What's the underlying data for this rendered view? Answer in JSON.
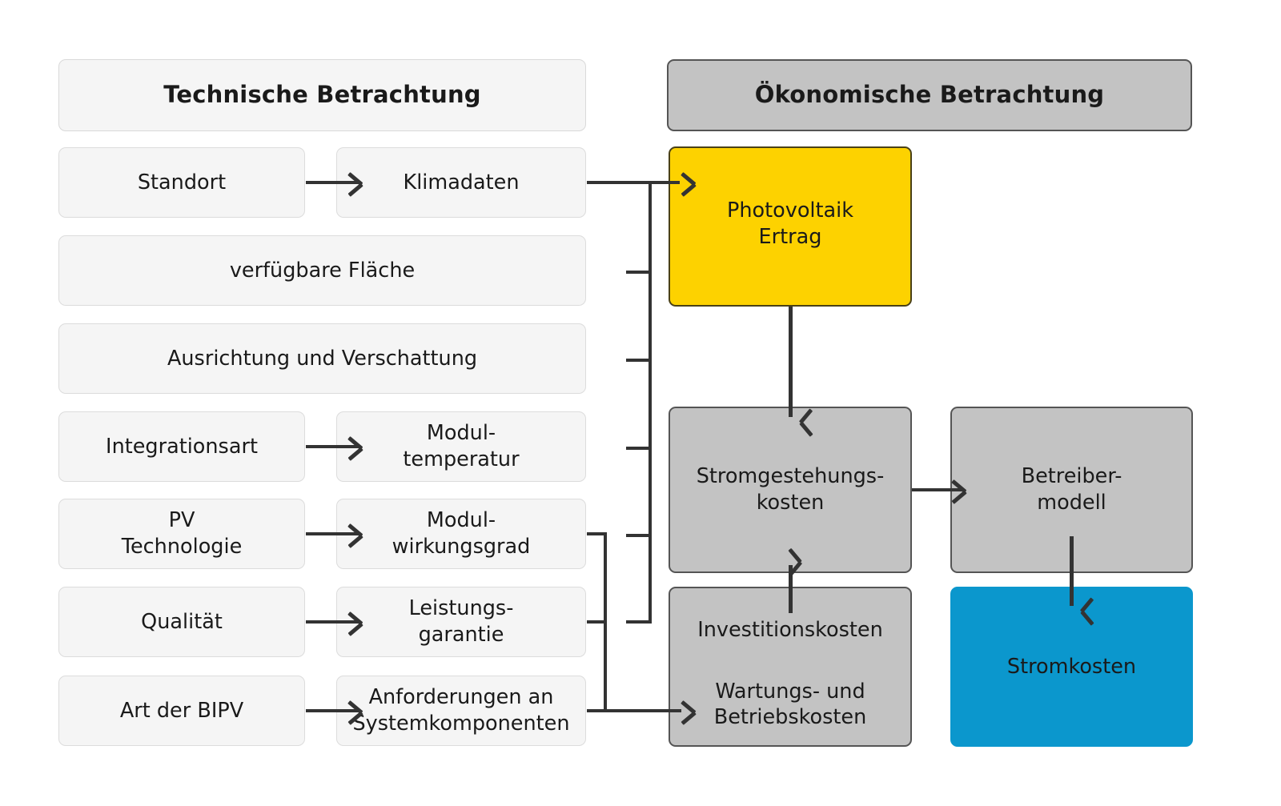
{
  "diagram": {
    "columns": [
      {
        "id": "technical",
        "header": "Technische Betrachtung"
      },
      {
        "id": "economic",
        "header": "Ökonomische Betrachtung"
      }
    ],
    "technical_nodes": [
      {
        "id": "standort",
        "label": "Standort"
      },
      {
        "id": "klimadaten",
        "label": "Klimadaten"
      },
      {
        "id": "flaeche",
        "label": "verfügbare Fläche"
      },
      {
        "id": "ausrichtung",
        "label": "Ausrichtung und Verschattung"
      },
      {
        "id": "integrationsart",
        "label": "Integrationsart"
      },
      {
        "id": "modultemperatur",
        "label_line1": "Modul-",
        "label_line2": "temperatur"
      },
      {
        "id": "pv_technologie",
        "label_line1": "PV",
        "label_line2": "Technologie"
      },
      {
        "id": "modulwirkungsgrad",
        "label_line1": "Modul-",
        "label_line2": "wirkungsgrad"
      },
      {
        "id": "qualitaet",
        "label": "Qualität"
      },
      {
        "id": "leistungsgarantie",
        "label_line1": "Leistungs-",
        "label_line2": "garantie"
      },
      {
        "id": "art_der_bipv",
        "label": "Art der BIPV"
      },
      {
        "id": "anforderungen",
        "label_line1": "Anforderungen an",
        "label_line2": "Systemkomponenten"
      }
    ],
    "economic_nodes": [
      {
        "id": "pv_ertrag",
        "label_line1": "Photovoltaik",
        "label_line2": "Ertrag",
        "color": "#fdd200"
      },
      {
        "id": "stromgestehungskosten",
        "label_line1": "Stromgestehungs-",
        "label_line2": "kosten",
        "color": "#c3c3c3"
      },
      {
        "id": "betreibermodell",
        "label_line1": "Betreiber-",
        "label_line2": "modell",
        "color": "#c3c3c3"
      },
      {
        "id": "kosten",
        "label_line1": "Investitionskosten",
        "label_line2": "Wartungs- und",
        "label_line3": "Betriebskosten",
        "color": "#c3c3c3"
      },
      {
        "id": "stromkosten",
        "label": "Stromkosten",
        "color": "#0b97cd"
      }
    ],
    "edges": [
      {
        "from": "standort",
        "to": "klimadaten"
      },
      {
        "from": "integrationsart",
        "to": "modultemperatur"
      },
      {
        "from": "pv_technologie",
        "to": "modulwirkungsgrad"
      },
      {
        "from": "qualitaet",
        "to": "leistungsgarantie"
      },
      {
        "from": "art_der_bipv",
        "to": "anforderungen"
      },
      {
        "from": "klimadaten",
        "to": "pv_ertrag"
      },
      {
        "from": "flaeche",
        "to": "pv_ertrag"
      },
      {
        "from": "ausrichtung",
        "to": "pv_ertrag"
      },
      {
        "from": "modultemperatur",
        "to": "pv_ertrag"
      },
      {
        "from": "modulwirkungsgrad",
        "to": "pv_ertrag"
      },
      {
        "from": "leistungsgarantie",
        "to": "pv_ertrag"
      },
      {
        "from": "modulwirkungsgrad",
        "to": "kosten"
      },
      {
        "from": "leistungsgarantie",
        "to": "kosten"
      },
      {
        "from": "anforderungen",
        "to": "kosten"
      },
      {
        "from": "pv_ertrag",
        "to": "stromgestehungskosten"
      },
      {
        "from": "kosten",
        "to": "stromgestehungskosten"
      },
      {
        "from": "stromgestehungskosten",
        "to": "betreibermodell"
      },
      {
        "from": "betreibermodell",
        "to": "stromkosten"
      }
    ],
    "colors": {
      "background": "#ffffff",
      "technical_fill": "#f5f5f5",
      "technical_border": "#dcdcdc",
      "economic_fill": "#c3c3c3",
      "economic_border": "#555555",
      "yield_yellow": "#fdd200",
      "cost_blue": "#0b97cd",
      "connector": "#333333",
      "text": "#1a1a1a"
    }
  }
}
